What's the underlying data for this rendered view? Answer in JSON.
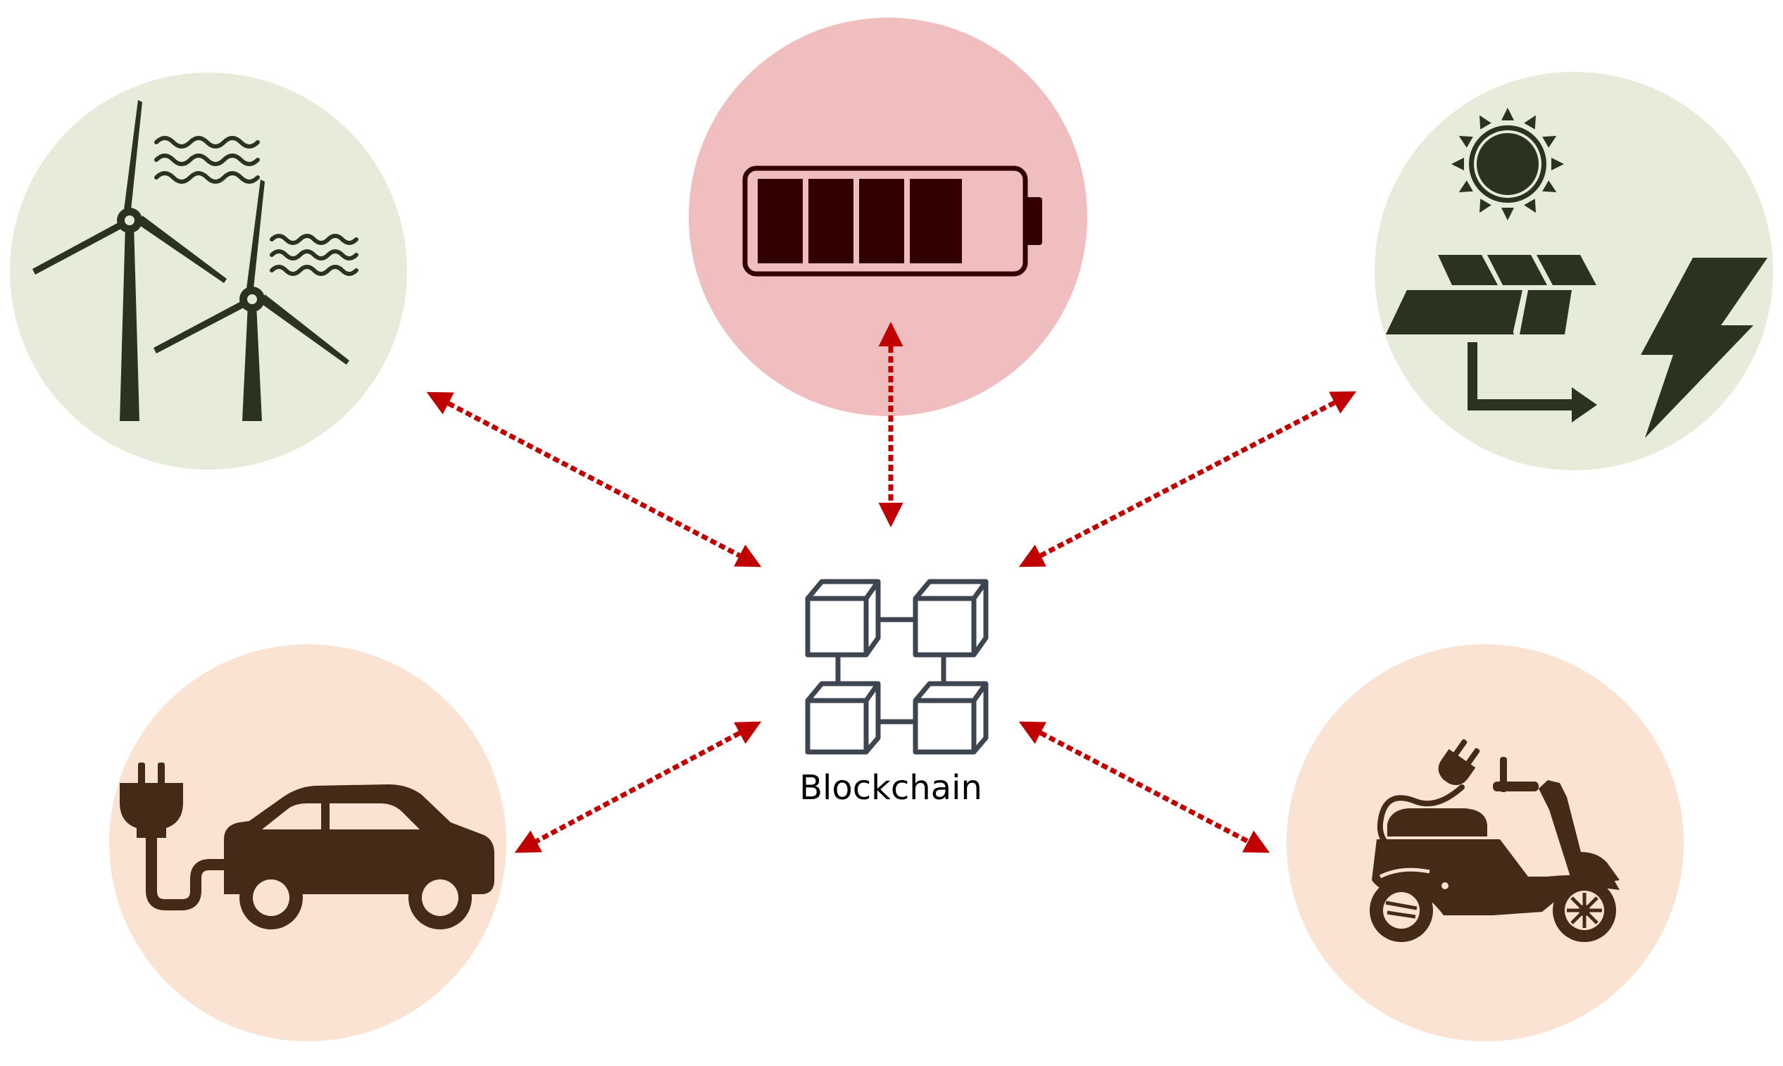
{
  "center": {
    "label": "Blockchain",
    "icon": "blockchain-icon"
  },
  "nodes": [
    {
      "id": "wind",
      "icon": "wind-turbine-icon",
      "circle_color": "#e6ecd9"
    },
    {
      "id": "battery",
      "icon": "battery-icon",
      "circle_color": "#f0bebe"
    },
    {
      "id": "solar",
      "icon": "solar-panel-icon",
      "circle_color": "#e6ecd9"
    },
    {
      "id": "ev",
      "icon": "electric-car-icon",
      "circle_color": "#fae3d2"
    },
    {
      "id": "scooter",
      "icon": "electric-scooter-icon",
      "circle_color": "#fae3d2"
    }
  ],
  "colors": {
    "arrow": "#c00000",
    "icon_dark_green": "#2a3320",
    "icon_battery": "#330000",
    "icon_brown": "#452a18",
    "blockchain_stroke": "#3d4650"
  }
}
